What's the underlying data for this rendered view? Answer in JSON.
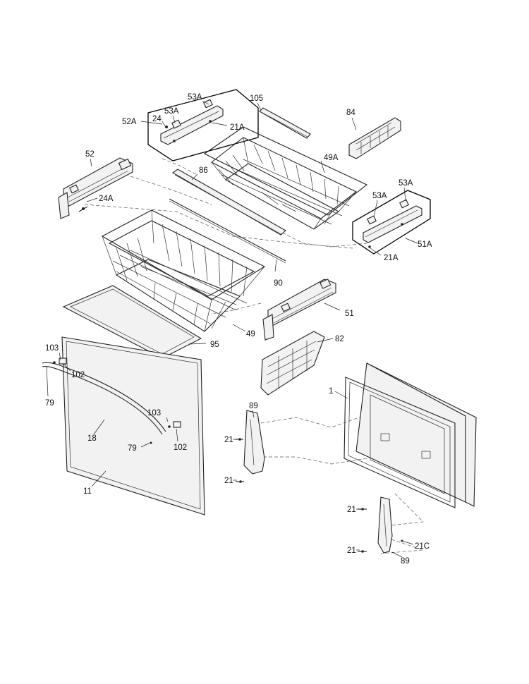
{
  "diagram": {
    "callouts": {
      "c53a_top": "53A",
      "c105": "105",
      "c84": "84",
      "c52a": "52A",
      "c24": "24",
      "c53a_left": "53A",
      "c21a_top": "21A",
      "c49a": "49A",
      "c52": "52",
      "c86": "86",
      "c53a_right_top": "53A",
      "c53a_right": "53A",
      "c24a": "24A",
      "c51a": "51A",
      "c21a_right": "21A",
      "c90": "90",
      "c51": "51",
      "c49": "49",
      "c95": "95",
      "c82": "82",
      "c103_left": "103",
      "c102_left": "102",
      "c1": "1",
      "c79_left": "79",
      "c89_top": "89",
      "c103_right": "103",
      "c18": "18",
      "c79_right": "79",
      "c102_right": "102",
      "c21_a": "21",
      "c21_b": "21",
      "c11": "11",
      "c21_c": "21",
      "c21c": "21C",
      "c21_d": "21",
      "c89_bottom": "89"
    }
  }
}
